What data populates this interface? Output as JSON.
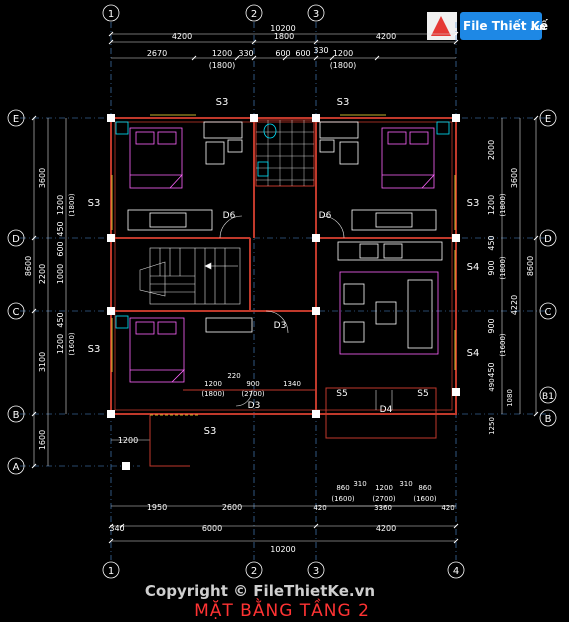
{
  "drawing": {
    "title": "MẶT BẰNG TẦNG 2",
    "copyright": "Copyright © FileThietKe.vn",
    "logo_text": "File Thiết Kế",
    "logo_suffix": ".vn",
    "colors": {
      "background": "#000000",
      "wall": "#c0392b",
      "dimension": "#ffffff",
      "grid_axis": "#4f8fd6",
      "furniture": "#ff66ff",
      "stair": "#ffffff",
      "dash": "#ffeb3b",
      "title": "#ff3333"
    }
  },
  "grid_x": [
    "1",
    "2",
    "3",
    "4"
  ],
  "grid_y": [
    "E",
    "D",
    "C",
    "B",
    "A"
  ],
  "grid_extra": "B1",
  "top_dims": {
    "overall": "10200",
    "row2": [
      "4200",
      "1800",
      "4200"
    ],
    "row3": [
      "2670",
      "1200",
      "330",
      "600",
      "600",
      "330",
      "1200"
    ],
    "row3_sub": [
      "(1800)",
      "(1800)"
    ]
  },
  "bottom_dims": {
    "overall": "10200",
    "row1": [
      "340",
      "6000",
      "4200"
    ],
    "row2": [
      "1950",
      "2600"
    ],
    "row3": [
      "420",
      "860",
      "310",
      "1200",
      "310",
      "860",
      "420"
    ],
    "row3_sub": [
      "(1600)",
      "(2700)",
      "(1600)"
    ],
    "row3_total": "3360",
    "left_small": "1200"
  },
  "left_dims": {
    "overall": "8600",
    "row1": [
      "3600",
      "2200",
      "3100",
      "1600"
    ],
    "row2": [
      "1200",
      "450",
      "600",
      "1000",
      "450",
      "1200"
    ],
    "row2_sub": [
      "(1800)",
      "(1600)"
    ]
  },
  "right_dims": {
    "overall": "8600",
    "row1": [
      "3600",
      "4220"
    ],
    "row2": [
      "2000",
      "1200",
      "450",
      "900",
      "900",
      "450",
      "490",
      "1080",
      "1250"
    ],
    "row2_sub": [
      "(1800)",
      "(1800)",
      "(1600)"
    ]
  },
  "rooms": {
    "labels": [
      "S3",
      "S3",
      "S3",
      "S3",
      "S3",
      "S3",
      "S4",
      "S4",
      "S5",
      "S5"
    ],
    "doors": [
      "D6",
      "D6",
      "D3",
      "D3",
      "D4"
    ],
    "interior_dims": [
      "1200",
      "(1800)",
      "220",
      "900",
      "(2700)",
      "1340"
    ]
  }
}
